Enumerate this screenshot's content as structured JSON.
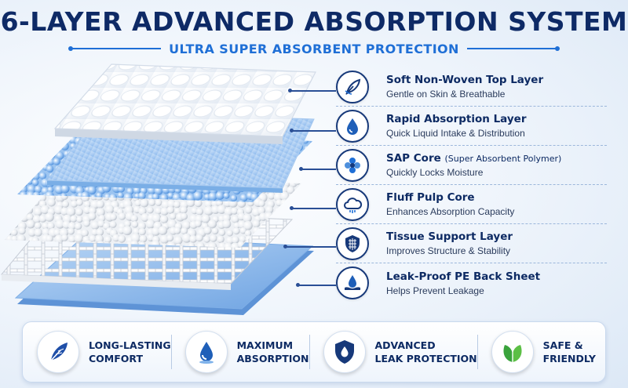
{
  "header": {
    "title": "6-LAYER ADVANCED ABSORPTION SYSTEM",
    "subtitle": "ULTRA SUPER ABSORBENT PROTECTION"
  },
  "layers": [
    {
      "title": "Soft Non-Woven Top Layer",
      "title_note": "",
      "description": "Gentle on Skin & Breathable",
      "icon": "feather-icon"
    },
    {
      "title": "Rapid Absorption Layer",
      "title_note": "",
      "description": "Quick Liquid Intake & Distribution",
      "icon": "water-drop-icon"
    },
    {
      "title": "SAP Core",
      "title_note": "(Super Absorbent Polymer)",
      "description": "Quickly Locks Moisture",
      "icon": "molecule-icon"
    },
    {
      "title": "Fluff Pulp Core",
      "title_note": "",
      "description": "Enhances Absorption Capacity",
      "icon": "cloud-icon"
    },
    {
      "title": "Tissue Support Layer",
      "title_note": "",
      "description": "Improves Structure & Stability",
      "icon": "shield-grid-icon"
    },
    {
      "title": "Leak-Proof PE Back Sheet",
      "title_note": "",
      "description": "Helps Prevent Leakage",
      "icon": "drop-hand-icon"
    }
  ],
  "benefits": [
    {
      "line1": "LONG-LASTING",
      "line2": "COMFORT",
      "icon": "feather-icon"
    },
    {
      "line1": "MAXIMUM",
      "line2": "ABSORPTION",
      "icon": "water-drop-icon"
    },
    {
      "line1": "ADVANCED",
      "line2": "LEAK PROTECTION",
      "icon": "shield-drop-icon"
    },
    {
      "line1": "SAFE &",
      "line2": "FRIENDLY",
      "icon": "leaf-icon"
    }
  ],
  "colors": {
    "navy": "#0d2a63",
    "accent_blue": "#1f6fd6",
    "layer_blue": "#7fb2ea",
    "leaf_green": "#3aa33c"
  }
}
